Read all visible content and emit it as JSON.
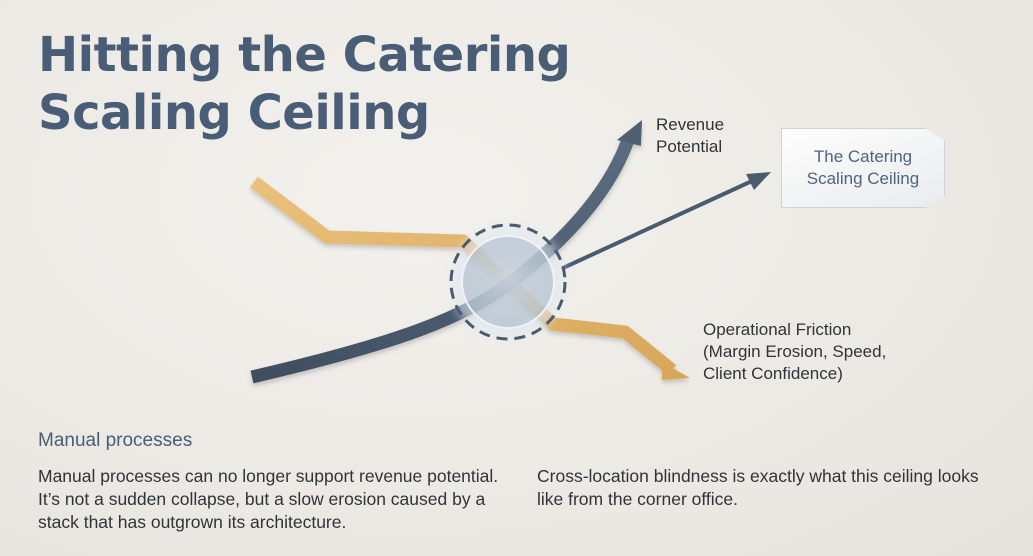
{
  "title": {
    "line1": "Hitting the Catering",
    "line2": "Scaling Ceiling"
  },
  "labels": {
    "revenue": {
      "line1": "Revenue",
      "line2": "Potential"
    },
    "friction": {
      "line1": "Operational Friction",
      "line2": "(Margin Erosion, Speed,",
      "line3": "Client Confidence)"
    },
    "ceiling": {
      "line1": "The Catering",
      "line2": "Scaling Ceiling"
    }
  },
  "section": {
    "heading": "Manual processes",
    "paragraph_left": "Manual processes can no longer support revenue potential. It’s not a sudden collapse, but a slow erosion caused by a stack that has outgrown its architecture.",
    "paragraph_right": "Cross-location blindness is exactly what this ceiling looks like from the corner office."
  },
  "colors": {
    "title": "#4a5d77",
    "revenue_arrow": "#4a5b6e",
    "friction_arrow": "#e3b46b",
    "ceiling_text": "#4f6380",
    "body_text": "#2f3438"
  }
}
